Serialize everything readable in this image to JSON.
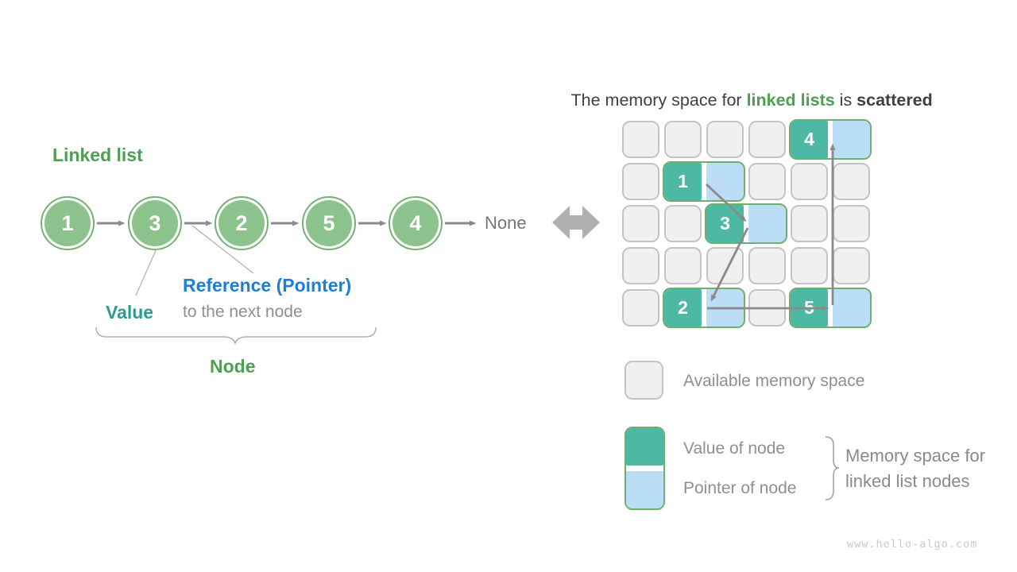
{
  "title": {
    "prefix": "The memory space for ",
    "highlight": "linked lists",
    "middle": " is ",
    "emphasis": "scattered"
  },
  "linked_list": {
    "heading": "Linked list",
    "nodes": [
      "1",
      "3",
      "2",
      "5",
      "4"
    ],
    "terminator": "None",
    "labels": {
      "value": "Value",
      "reference": "Reference (Pointer)",
      "reference_sub": "to the next node",
      "node": "Node"
    }
  },
  "memory_grid": {
    "rows": 5,
    "cols": 6,
    "node_cells": [
      {
        "row": 0,
        "col": 4,
        "value": "4"
      },
      {
        "row": 1,
        "col": 1,
        "value": "1"
      },
      {
        "row": 2,
        "col": 2,
        "value": "3"
      },
      {
        "row": 4,
        "col": 1,
        "value": "2"
      },
      {
        "row": 4,
        "col": 4,
        "value": "5"
      }
    ],
    "traversal_order": [
      "1",
      "3",
      "2",
      "5",
      "4"
    ]
  },
  "legend": {
    "available": "Available memory space",
    "value_label": "Value of node",
    "pointer_label": "Pointer of node",
    "brace_label_line1": "Memory space for",
    "brace_label_line2": "linked list nodes"
  },
  "watermark": "www.hello-algo.com",
  "colors": {
    "green_text": "#4e9e53",
    "teal_text": "#2d9c8e",
    "blue_text": "#1b7ed8",
    "gray_text": "#8f8f8f",
    "dark_text": "#3f3f3f",
    "node_fill": "#8cc28c",
    "node_ring": "#74b175",
    "cell_value_teal": "#4db8a4",
    "cell_pointer_blue": "#bbddf6",
    "cell_available_gray": "#f0f0f0",
    "cell_gray_border": "#c4c4c4",
    "pair_border_green": "#6fae6f",
    "arrow_gray": "#8a8a8a"
  }
}
